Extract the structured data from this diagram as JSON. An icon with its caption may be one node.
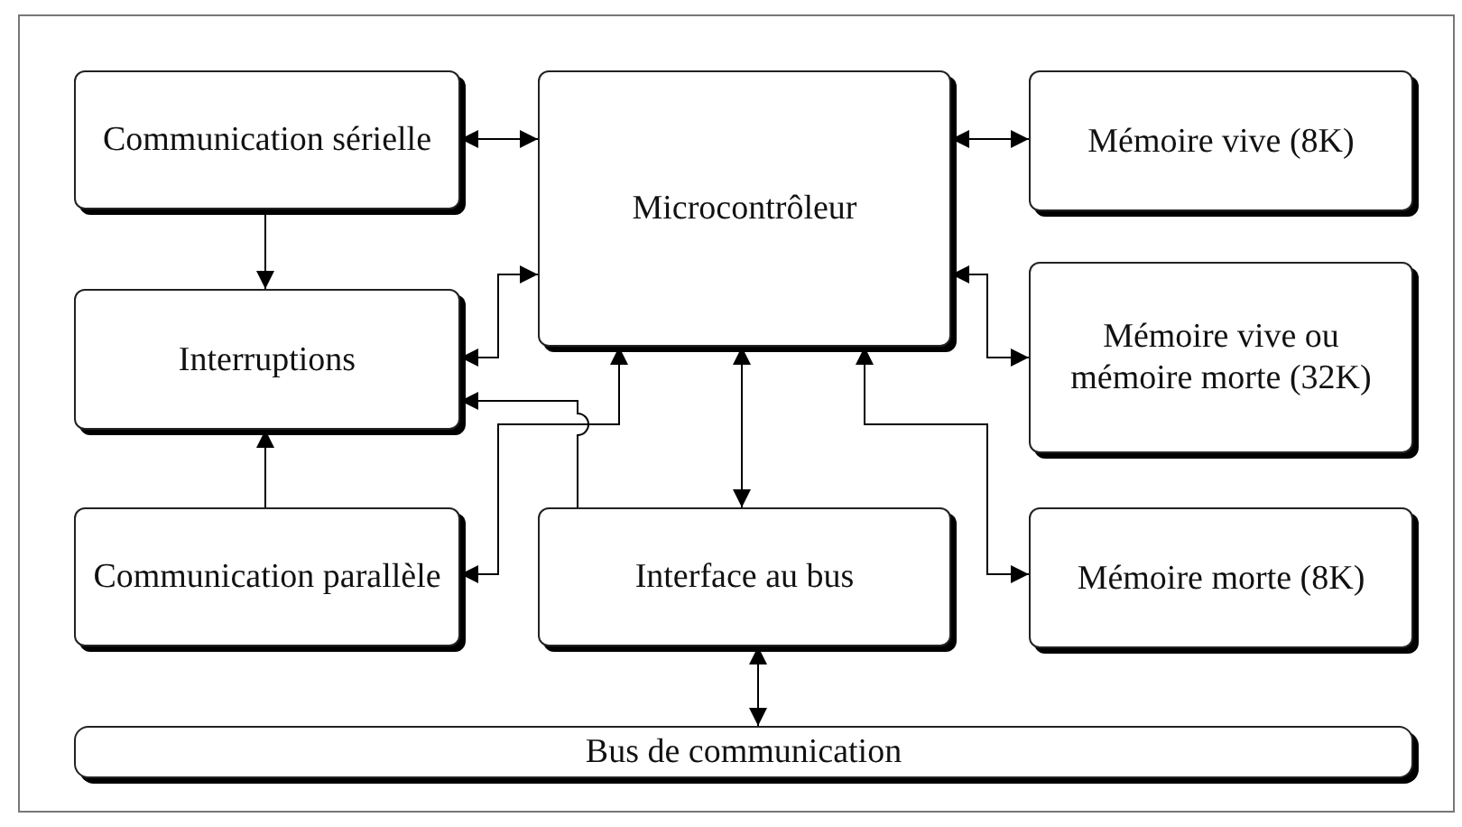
{
  "diagram": {
    "nodes": [
      {
        "text": [
          "Communication sérielle"
        ]
      },
      {
        "text": [
          "Microcontrôleur"
        ]
      },
      {
        "text": [
          "Mémoire vive (8K)"
        ]
      },
      {
        "text": [
          "Interruptions"
        ]
      },
      {
        "text": [
          "Mémoire vive ou mémoire morte (32K)"
        ]
      },
      {
        "text": [
          "Communication parallèle"
        ]
      },
      {
        "text": [
          "Interface au bus"
        ]
      },
      {
        "text": [
          "Mémoire morte (8K)"
        ]
      },
      {
        "text": [
          "Bus de communication"
        ]
      }
    ],
    "edges": [
      {
        "from": 0,
        "to": 1,
        "arrow": "both"
      },
      {
        "from": 1,
        "to": 2,
        "arrow": "both"
      },
      {
        "from": 0,
        "to": 3,
        "arrow": "to"
      },
      {
        "from": 5,
        "to": 3,
        "arrow": "to"
      },
      {
        "from": 3,
        "to": 1,
        "arrow": "both"
      },
      {
        "from": 1,
        "to": 4,
        "arrow": "both"
      },
      {
        "from": 6,
        "to": 3,
        "arrow": "to"
      },
      {
        "from": 5,
        "to": 1,
        "arrow": "both"
      },
      {
        "from": 1,
        "to": 6,
        "arrow": "both"
      },
      {
        "from": 7,
        "to": 1,
        "arrow": "both"
      },
      {
        "from": 6,
        "to": 8,
        "arrow": "both"
      }
    ]
  }
}
